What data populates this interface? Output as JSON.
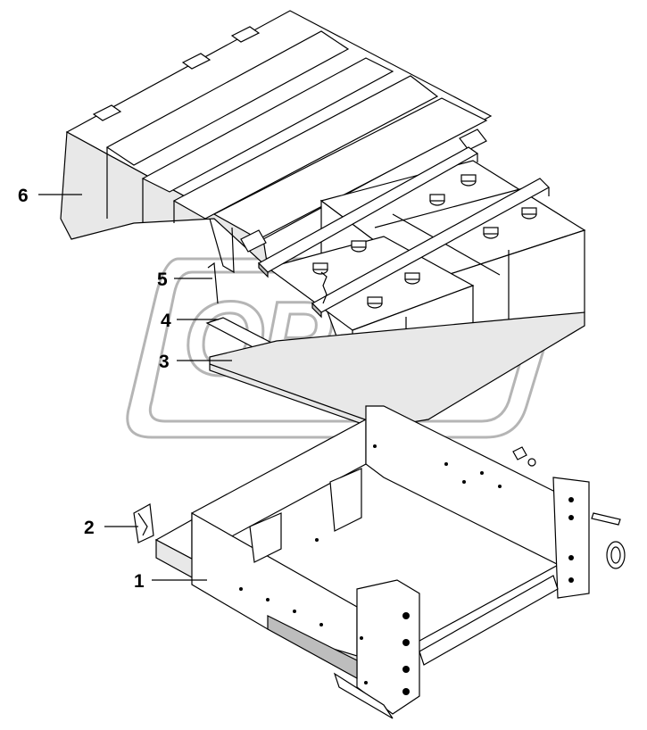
{
  "diagram": {
    "watermark_text": "OPEX",
    "callouts": [
      {
        "id": "1",
        "label": "1"
      },
      {
        "id": "2",
        "label": "2"
      },
      {
        "id": "3",
        "label": "3"
      },
      {
        "id": "4",
        "label": "4"
      },
      {
        "id": "5",
        "label": "5"
      },
      {
        "id": "6",
        "label": "6"
      }
    ]
  }
}
